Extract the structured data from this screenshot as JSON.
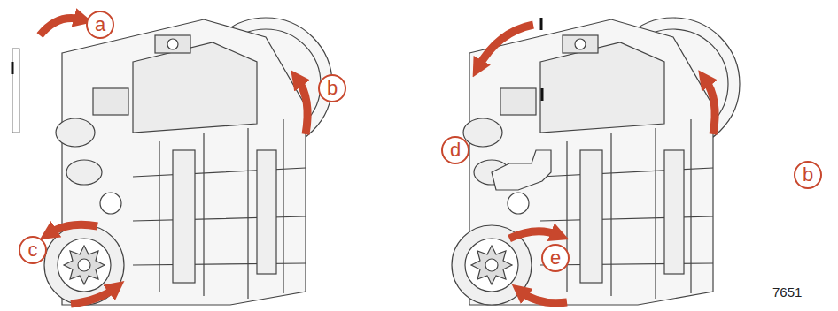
{
  "diagram": {
    "nodes": [
      {
        "text": [
          "a"
        ]
      },
      {
        "text": [
          "b"
        ]
      },
      {
        "text": [
          "c"
        ]
      },
      {
        "text": [
          "d"
        ]
      },
      {
        "text": [
          "b"
        ]
      },
      {
        "text": [
          "e"
        ]
      }
    ],
    "labels": [
      "7651"
    ]
  }
}
